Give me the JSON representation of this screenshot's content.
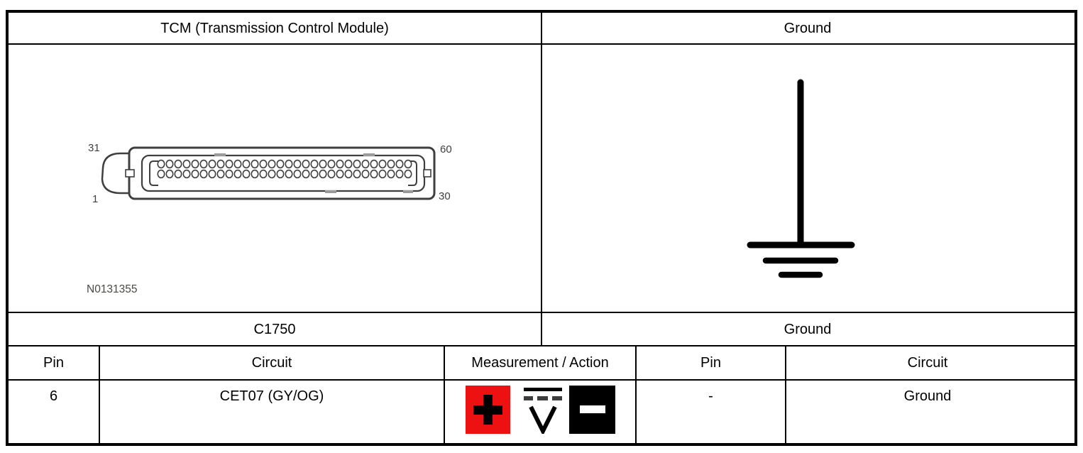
{
  "header": {
    "left_title": "TCM (Transmission Control Module)",
    "right_title": "Ground"
  },
  "connector": {
    "name": "C1750",
    "part_number": "N0131355",
    "corner_labels": {
      "top_left": "31",
      "bottom_left": "1",
      "top_right": "60",
      "bottom_right": "30"
    },
    "rows": 2,
    "pins_per_row": 30
  },
  "ground": {
    "label": "Ground",
    "symbol": "earth-ground"
  },
  "test_table": {
    "headers": {
      "pin_left": "Pin",
      "circuit_left": "Circuit",
      "measurement": "Measurement / Action",
      "pin_right": "Pin",
      "circuit_right": "Circuit"
    },
    "row": {
      "pin_left": "6",
      "circuit_left": "CET07 (GY/OG)",
      "measurement_icons": [
        "positive-lead-icon",
        "dc-voltage-meter-icon",
        "negative-lead-icon"
      ],
      "pin_right": "-",
      "circuit_right": "Ground"
    }
  },
  "colors": {
    "positive_red": "#ee1111",
    "negative_black": "#000000",
    "border": "#000000",
    "background": "#ffffff",
    "diagram_stroke": "#3f3f3f"
  }
}
